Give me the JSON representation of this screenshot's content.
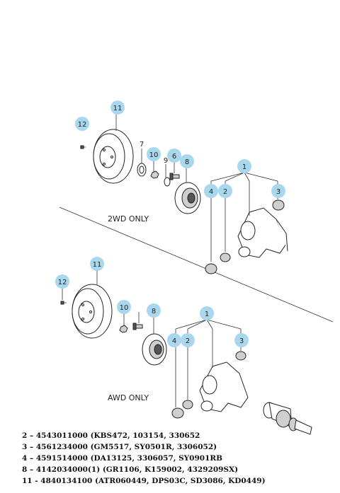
{
  "sections": [
    {
      "label": "2WD ONLY",
      "callouts": [
        "12",
        "11",
        "10",
        "6",
        "8",
        "1",
        "4",
        "2",
        "3"
      ],
      "plain_labels": [
        "7",
        "9"
      ]
    },
    {
      "label": "AWD ONLY",
      "callouts": [
        "11",
        "12",
        "10",
        "8",
        "1",
        "4",
        "2",
        "3"
      ],
      "plain_labels": []
    }
  ],
  "colors": {
    "callout_fill": "#a9d8ee",
    "line": "#222222"
  },
  "legend": [
    "2 – 4543011000 (KBS472, 103154, 330652",
    "3 – 4561234000 (GM5517, SY0501R, 3306052)",
    "4 – 4591514000 (DA13125, 3306057, SY0901RB",
    "8 – 4142034000(1) (GR1106, K159002, 4329209SX)",
    "11 - 4840134100 (ATR060449, DPS03C, SD3086, KD0449)"
  ]
}
